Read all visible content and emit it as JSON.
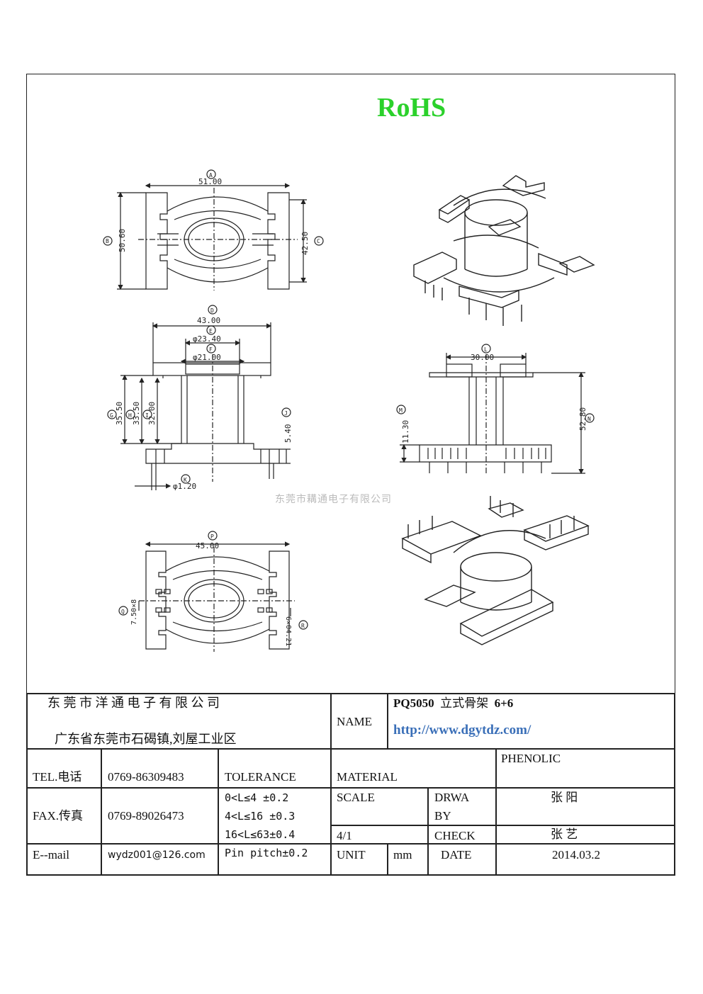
{
  "header": {
    "rohs": "RoHS"
  },
  "drawing": {
    "watermark": "东莞市耩通电子有限公司",
    "dims": {
      "a_letter": "A",
      "a_value": "51.00",
      "b_letter": "B",
      "b_value": "50.60",
      "c_letter": "C",
      "c_value": "42.50",
      "d_letter": "D",
      "d_value": "43.00",
      "e_letter": "E",
      "e_value": "φ23.40",
      "f_letter": "F",
      "f_value": "φ21.00",
      "g_letter": "G",
      "g_value": "35.50",
      "h_letter": "H",
      "h_value": "33.50",
      "i_letter": "I",
      "i_value": "32.00",
      "j_letter": "J",
      "j_value": "5.40",
      "k_letter": "K",
      "k_value": "φ1.20",
      "l_letter": "L",
      "l_value": "30.00",
      "m_letter": "M",
      "m_value": "11.30",
      "n_letter": "N",
      "n_value": "52.80",
      "p_letter": "P",
      "p_value": "45.00",
      "q_letter": "Q",
      "q_value": "7.50×8",
      "r_letter": "R",
      "r_value": "6×04.21"
    }
  },
  "titleblock": {
    "company": "东 莞 市 洋 通 电 子 有 限 公 司",
    "address": "广东省东莞市石碣镇,刘屋工业区",
    "name_label": "NAME",
    "part": "PQ5050",
    "part_desc": "立式骨架",
    "part_pins": "6+6",
    "url": "http://www.dgytdz.com/",
    "tel_label": "TEL.电话",
    "tel": "0769-86309483",
    "tolerance_label": "TOLERANCE",
    "material_label": "MATERIAL",
    "material": "PHENOLIC",
    "fax_label": "FAX.传真",
    "fax": "0769-89026473",
    "tol1": "0<L≤4  ±0.2",
    "tol2": "4<L≤16 ±0.3",
    "tol3": "16<L≤63±0.4",
    "tol4": "Pin pitch±0.2",
    "scale_label": "SCALE",
    "scale": "4/1",
    "drawn_label_1": "DRWA",
    "drawn_label_2": "BY",
    "drawn_by": "张 阳",
    "check_label": "CHECK",
    "checked_by": "张 艺",
    "email_label": "E--mail",
    "email": "wydz001@126.com",
    "unit_label": "UNIT",
    "unit": "mm",
    "date_label": "DATE",
    "date": "2014.03.2"
  }
}
